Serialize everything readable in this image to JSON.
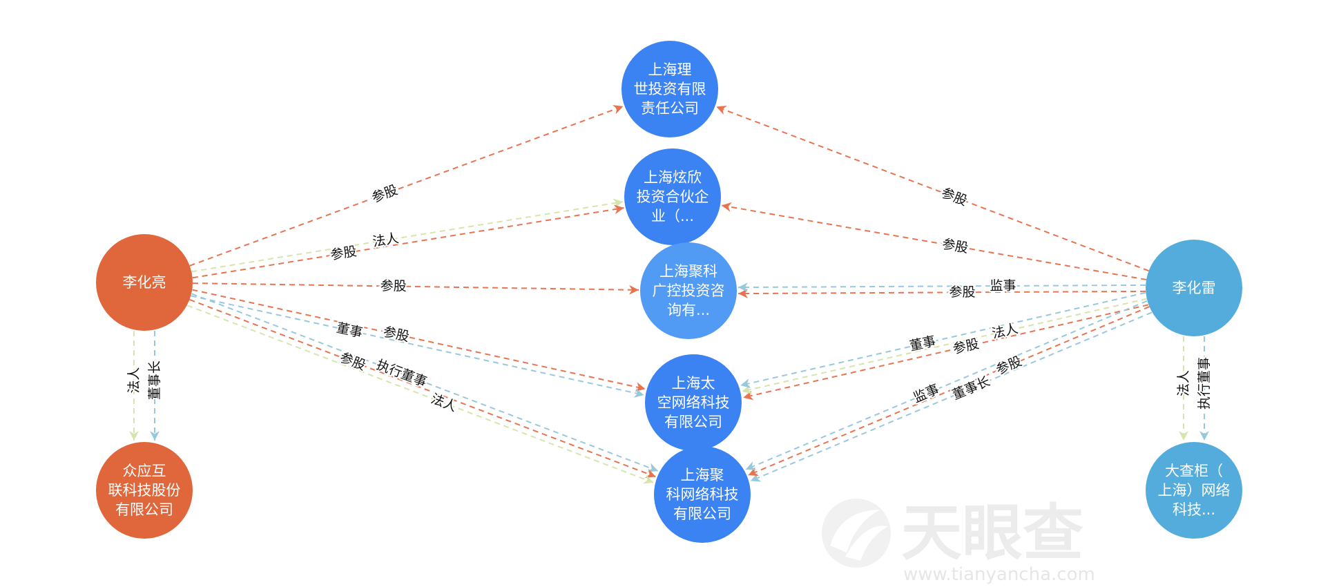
{
  "colors": {
    "person_orange": "#e0663b",
    "person_blue": "#53acdb",
    "company_blue": "#3b82f2",
    "company_light": "#519bf4",
    "edge_share": "#e8734f",
    "edge_legal": "#d6e5ab",
    "edge_role": "#97c8dd"
  },
  "watermark": {
    "title": "天眼查",
    "url": "www.tianyancha.com"
  },
  "nodes": [
    {
      "id": "lhl",
      "lines": [
        "李化亮"
      ],
      "fill": "person_orange"
    },
    {
      "id": "zyh",
      "lines": [
        "众应互",
        "联科技股份",
        "有限公司"
      ],
      "fill": "person_orange"
    },
    {
      "id": "lishi",
      "lines": [
        "上海理",
        "世投资有限",
        "责任公司"
      ],
      "fill": "company_blue"
    },
    {
      "id": "xuanxin",
      "lines": [
        "上海炫欣",
        "投资合伙企",
        "业（..."
      ],
      "fill": "company_blue"
    },
    {
      "id": "jkgk",
      "lines": [
        "上海聚科",
        "广控投资咨",
        "询有..."
      ],
      "fill": "company_light"
    },
    {
      "id": "taikong",
      "lines": [
        "上海太",
        "空网络科技",
        "有限公司"
      ],
      "fill": "company_blue"
    },
    {
      "id": "jkwl",
      "lines": [
        "上海聚",
        "科网络科技",
        "有限公司"
      ],
      "fill": "company_blue"
    },
    {
      "id": "lhlei",
      "lines": [
        "李化雷"
      ],
      "fill": "person_blue"
    },
    {
      "id": "dcg",
      "lines": [
        "大查柜（",
        "上海）网络",
        "科技..."
      ],
      "fill": "person_blue"
    }
  ],
  "edges": [
    {
      "from": "lhl",
      "to": "lishi",
      "label": "参股",
      "type": "edge_share"
    },
    {
      "from": "lhl",
      "to": "xuanxin",
      "label": "法人",
      "type": "edge_legal"
    },
    {
      "from": "lhl",
      "to": "xuanxin",
      "label": "参股",
      "type": "edge_share"
    },
    {
      "from": "lhl",
      "to": "jkgk",
      "label": "参股",
      "type": "edge_share"
    },
    {
      "from": "lhl",
      "to": "taikong",
      "label": "参股",
      "type": "edge_share"
    },
    {
      "from": "lhl",
      "to": "taikong",
      "label": "董事",
      "type": "edge_role"
    },
    {
      "from": "lhl",
      "to": "jkwl",
      "label": "执行董事",
      "type": "edge_role"
    },
    {
      "from": "lhl",
      "to": "jkwl",
      "label": "参股",
      "type": "edge_share"
    },
    {
      "from": "lhl",
      "to": "jkwl",
      "label": "法人",
      "type": "edge_legal"
    },
    {
      "from": "lhl",
      "to": "zyh",
      "label": "董事长",
      "type": "edge_role"
    },
    {
      "from": "lhl",
      "to": "zyh",
      "label": "法人",
      "type": "edge_legal"
    },
    {
      "from": "lhlei",
      "to": "lishi",
      "label": "参股",
      "type": "edge_share"
    },
    {
      "from": "lhlei",
      "to": "xuanxin",
      "label": "参股",
      "type": "edge_share"
    },
    {
      "from": "lhlei",
      "to": "jkgk",
      "label": "参股",
      "type": "edge_share"
    },
    {
      "from": "lhlei",
      "to": "jkgk",
      "label": "监事",
      "type": "edge_role"
    },
    {
      "from": "lhlei",
      "to": "taikong",
      "label": "参股",
      "type": "edge_share"
    },
    {
      "from": "lhlei",
      "to": "taikong",
      "label": "法人",
      "type": "edge_legal"
    },
    {
      "from": "lhlei",
      "to": "taikong",
      "label": "董事",
      "type": "edge_role"
    },
    {
      "from": "lhlei",
      "to": "jkwl",
      "label": "董事长",
      "type": "edge_role"
    },
    {
      "from": "lhlei",
      "to": "jkwl",
      "label": "参股",
      "type": "edge_share"
    },
    {
      "from": "lhlei",
      "to": "jkwl",
      "label": "监事",
      "type": "edge_role"
    },
    {
      "from": "lhlei",
      "to": "dcg",
      "label": "执行董事",
      "type": "edge_role"
    },
    {
      "from": "lhlei",
      "to": "dcg",
      "label": "法人",
      "type": "edge_legal"
    }
  ]
}
